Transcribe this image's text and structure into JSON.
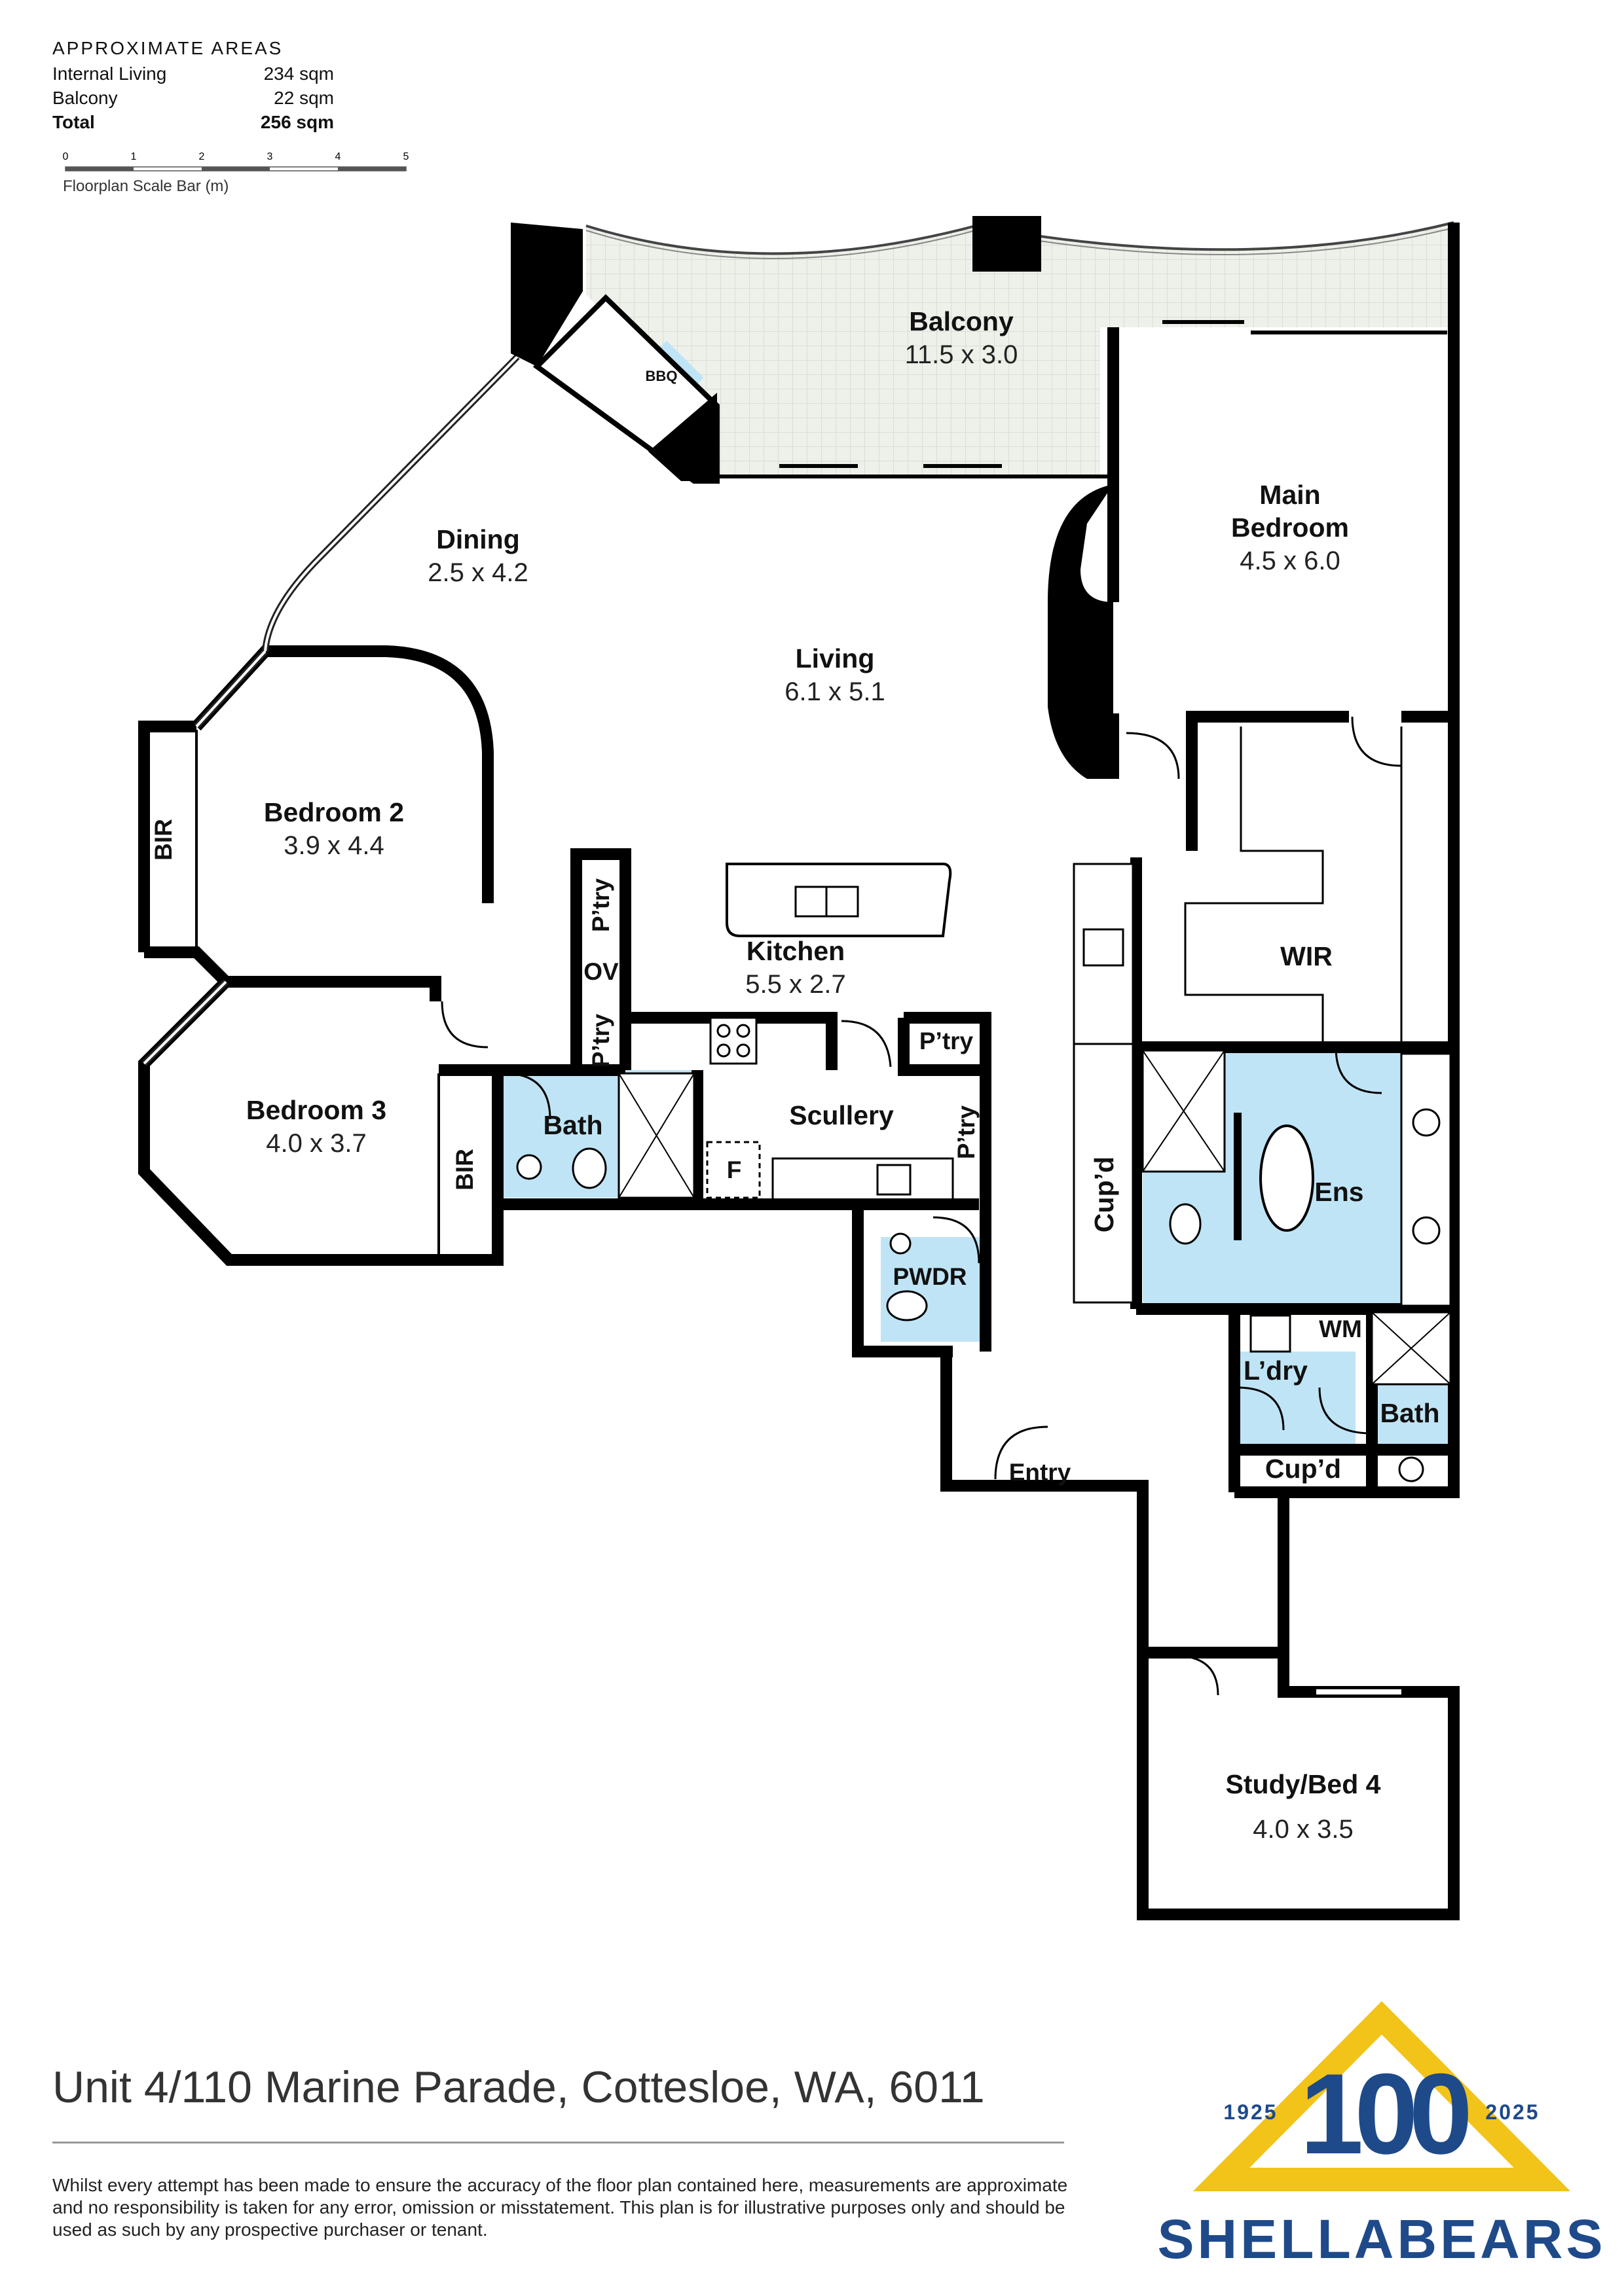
{
  "areas": {
    "heading": "APPROXIMATE AREAS",
    "rows": [
      {
        "label": "Internal Living",
        "value": "234 sqm"
      },
      {
        "label": "Balcony",
        "value": "22 sqm"
      },
      {
        "label": "Total",
        "value": "256 sqm"
      }
    ]
  },
  "scale_bar": {
    "ticks": [
      "0",
      "1",
      "2",
      "3",
      "4",
      "5"
    ],
    "caption": "Floorplan Scale Bar (m)"
  },
  "rooms": {
    "balcony": {
      "name": "Balcony",
      "dim": "11.5 x 3.0"
    },
    "dining": {
      "name": "Dining",
      "dim": "2.5 x 4.2"
    },
    "living": {
      "name": "Living",
      "dim": "6.1 x 5.1"
    },
    "main_bedroom": {
      "name_line1": "Main",
      "name_line2": "Bedroom",
      "dim": "4.5 x 6.0"
    },
    "bedroom2": {
      "name": "Bedroom 2",
      "dim": "3.9 x 4.4"
    },
    "bedroom3": {
      "name": "Bedroom 3",
      "dim": "4.0 x 3.7"
    },
    "kitchen": {
      "name": "Kitchen",
      "dim": "5.5 x 2.7"
    },
    "scullery": {
      "name": "Scullery"
    },
    "study": {
      "name": "Study/Bed 4",
      "dim": "4.0 x 3.5"
    },
    "wir": {
      "name": "WIR"
    },
    "ens": {
      "name": "Ens"
    },
    "bath1": {
      "name": "Bath"
    },
    "bath2": {
      "name": "Bath"
    },
    "pwdr": {
      "name": "PWDR"
    },
    "laundry": {
      "name": "L’dry"
    },
    "entry": {
      "name": "Entry"
    }
  },
  "labels": {
    "bbq": "BBQ",
    "bir1": "BIR",
    "bir2": "BIR",
    "ptry1": "P’try",
    "ov": "OV",
    "ptry2": "P’try",
    "ptry3": "P’try",
    "ptry4": "P’try",
    "fridge": "F",
    "cupd1": "Cup’d",
    "cupd2": "Cup’d",
    "wm": "WM"
  },
  "address": "Unit 4/110 Marine Parade, Cottesloe, WA, 6011",
  "disclaimer": "Whilst every attempt has been made to ensure the accuracy of the floor plan contained here, measurements are approximate and no responsibility is taken for any error, omission or misstatement. This plan is for illustrative purposes only and should be used as such by any prospective purchaser or tenant.",
  "logo": {
    "year_start": "1925",
    "number": "100",
    "year_end": "2025",
    "brand": "SHELLABEARS"
  },
  "colors": {
    "wet_area": "#bfe4f5",
    "balcony_tile": "#eef1ea",
    "wall": "#000000",
    "logo_blue": "#1f4a8a",
    "logo_gold": "#f2c318"
  }
}
